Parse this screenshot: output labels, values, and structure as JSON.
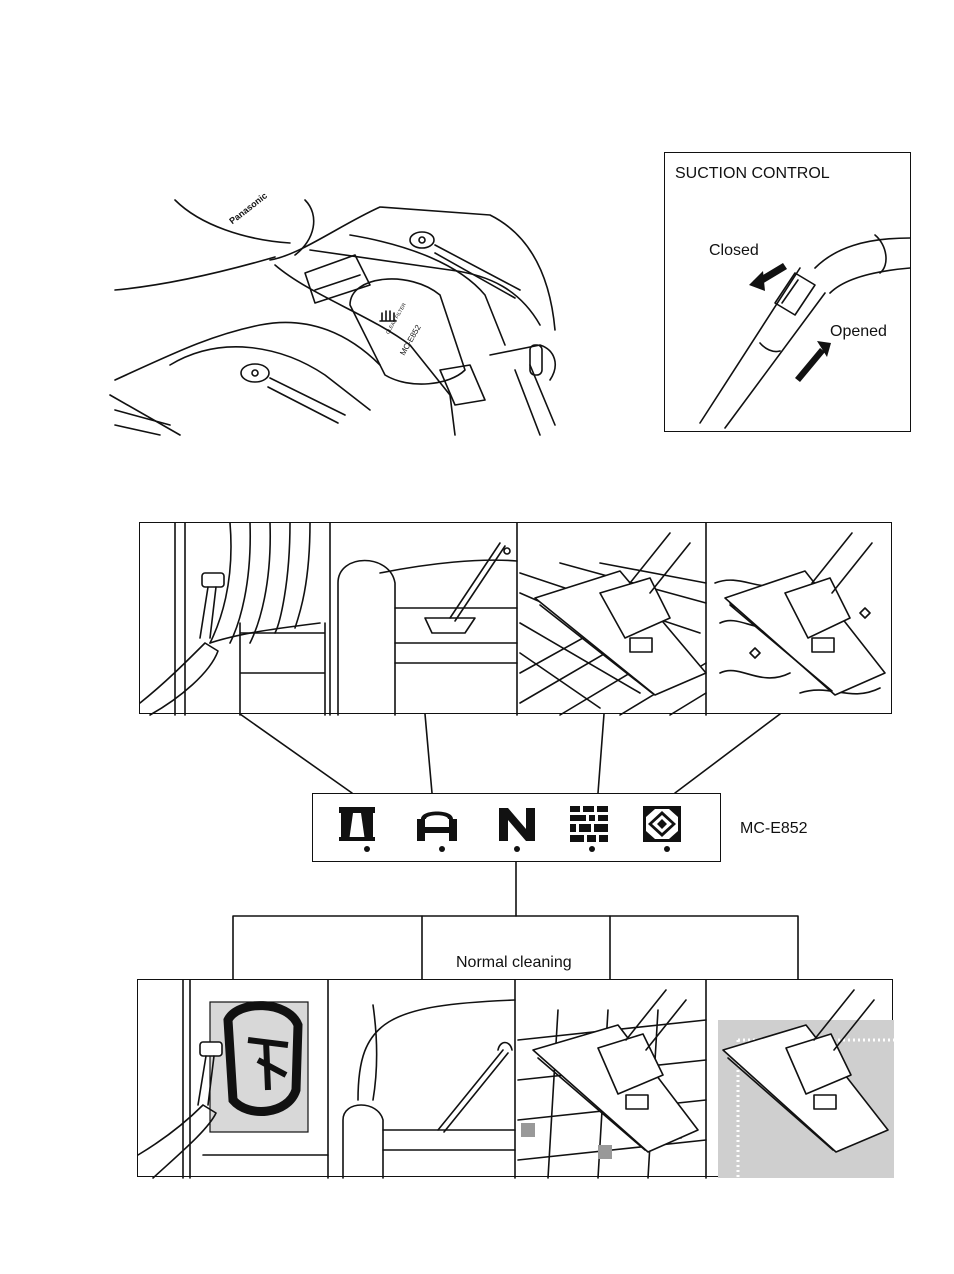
{
  "suction_box": {
    "title": "SUCTION CONTROL",
    "closed_label": "Closed",
    "opened_label": "Opened"
  },
  "vacuum": {
    "brand_text": "Panasonic",
    "model_text": "MC-E852",
    "filter_text": "CLEAN FILTER"
  },
  "control_panel": {
    "model_label": "MC-E852",
    "icons": [
      "curtain-icon",
      "sofa-icon",
      "normal-icon",
      "bricks-icon",
      "rug-icon"
    ]
  },
  "bottom_center_label": "Normal cleaning"
}
